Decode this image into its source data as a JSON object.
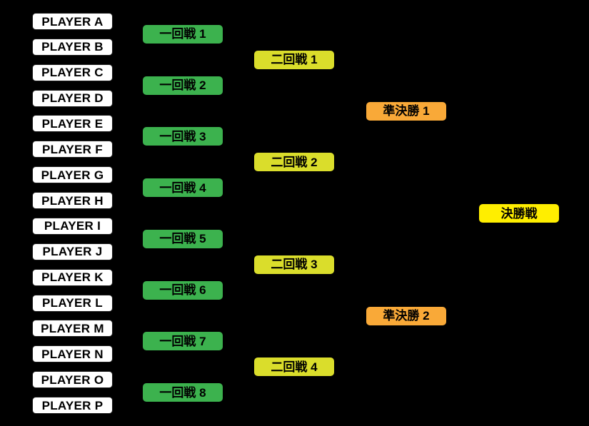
{
  "canvas": {
    "background": "#000000"
  },
  "players": {
    "box_bg": "#ffffff",
    "text_color": "#000000",
    "labels": [
      "PLAYER A",
      "PLAYER B",
      "PLAYER C",
      "PLAYER D",
      "PLAYER E",
      "PLAYER F",
      "PLAYER G",
      "PLAYER H",
      "PLAYER I",
      "PLAYER J",
      "PLAYER K",
      "PLAYER L",
      "PLAYER M",
      "PLAYER N",
      "PLAYER O",
      "PLAYER P"
    ]
  },
  "rounds": [
    {
      "id": "round1",
      "box_bg": "#3cb24e",
      "text_color": "#000000",
      "matches": [
        "一回戦 1",
        "一回戦 2",
        "一回戦 3",
        "一回戦 4",
        "一回戦 5",
        "一回戦 6",
        "一回戦 7",
        "一回戦 8"
      ]
    },
    {
      "id": "round2",
      "box_bg": "#dadd2b",
      "text_color": "#000000",
      "matches": [
        "二回戦 1",
        "二回戦 2",
        "二回戦 3",
        "二回戦 4"
      ]
    },
    {
      "id": "semifinal",
      "box_bg": "#f9a938",
      "text_color": "#000000",
      "matches": [
        "準決勝 1",
        "準決勝 2"
      ]
    },
    {
      "id": "final",
      "box_bg": "#ffee00",
      "text_color": "#000000",
      "matches": [
        "決勝戦"
      ]
    }
  ]
}
